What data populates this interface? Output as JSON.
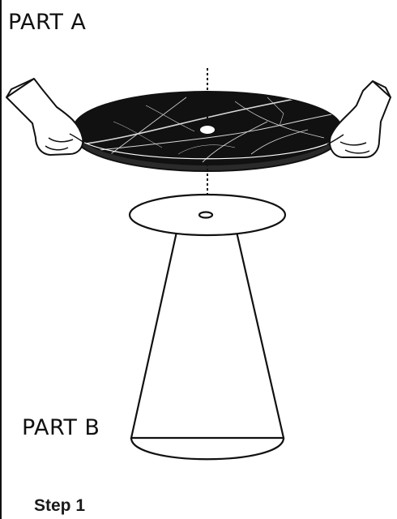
{
  "labels": {
    "part_a": "PART A",
    "part_b": "PART B",
    "step": "Step 1"
  },
  "colors": {
    "tabletop": "#111111",
    "veins": "#d8d8d8",
    "outline": "#111111",
    "background": "#ffffff"
  },
  "icons": {
    "hands": "gloved-hand-icon",
    "axis": "dashed-alignment-line"
  }
}
